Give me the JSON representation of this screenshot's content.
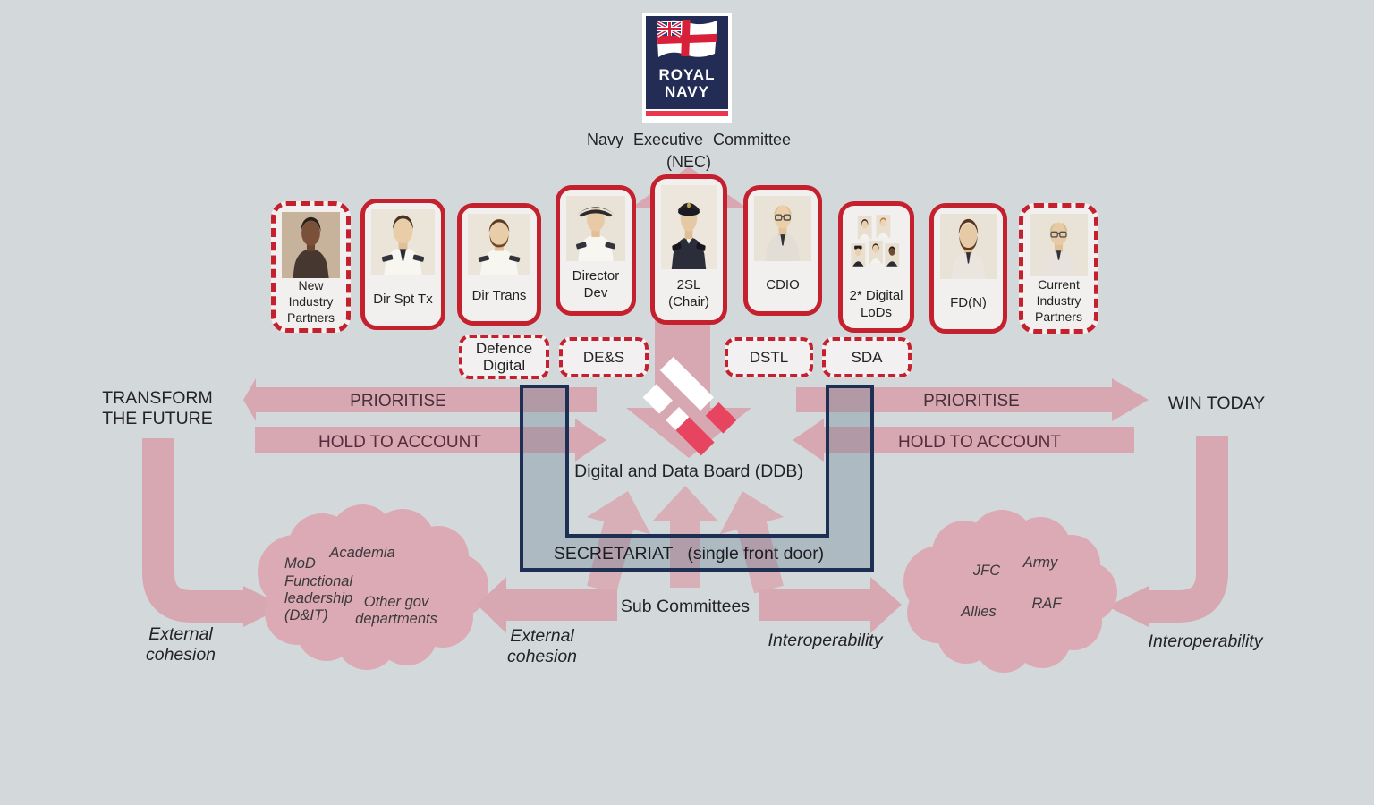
{
  "palette": {
    "background": "#d3d9db",
    "arrow_pink": "#d8a8b2",
    "cloud_pink": "#dcaab4",
    "crimson_border": "#c4202e",
    "ddb_red": "#e6445f",
    "navy": "#222c54",
    "secretariat_border": "#1d2f52"
  },
  "header": {
    "logo_line1": "ROYAL",
    "logo_line2": "NAVY",
    "committee": "Navy Executive Committee",
    "committee_abbr": "(NEC)"
  },
  "members": [
    {
      "label": "New Industry Partners"
    },
    {
      "label": "Dir Spt Tx"
    },
    {
      "label": "Dir Trans"
    },
    {
      "label": "Director Dev"
    },
    {
      "label": "2SL (Chair)"
    },
    {
      "label": "CDIO"
    },
    {
      "label": "2* Digital LoDs"
    },
    {
      "label": "FD(N)"
    },
    {
      "label": "Current Industry Partners"
    }
  ],
  "partner_orgs": [
    {
      "label": "Defence Digital"
    },
    {
      "label": "DE&S"
    },
    {
      "label": "DSTL"
    },
    {
      "label": "SDA"
    }
  ],
  "flows": {
    "transform_the_future": "TRANSFORM THE FUTURE",
    "win_today": "WIN TODAY",
    "prioritise_left": "PRIORITISE",
    "prioritise_right": "PRIORITISE",
    "hold_to_account_left": "HOLD TO ACCOUNT",
    "hold_to_account_right": "HOLD TO ACCOUNT"
  },
  "board": {
    "label": "Digital and Data Board (DDB)"
  },
  "secretariat": {
    "label": "SECRETARIAT",
    "sublabel": "(single front door)"
  },
  "sub_committees": {
    "label": "Sub Committees"
  },
  "clouds": {
    "left": {
      "academia": "Academia",
      "mod": "MoD",
      "functional": "Functional leadership (D&IT)",
      "other_gov": "Other gov departments"
    },
    "right": {
      "jfc": "JFC",
      "army": "Army",
      "allies": "Allies",
      "raf": "RAF"
    }
  },
  "annotations": {
    "external_cohesion_left": "External cohesion",
    "external_cohesion_mid": "External cohesion",
    "interoperability_mid": "Interoperability",
    "interoperability_right": "Interoperability"
  }
}
